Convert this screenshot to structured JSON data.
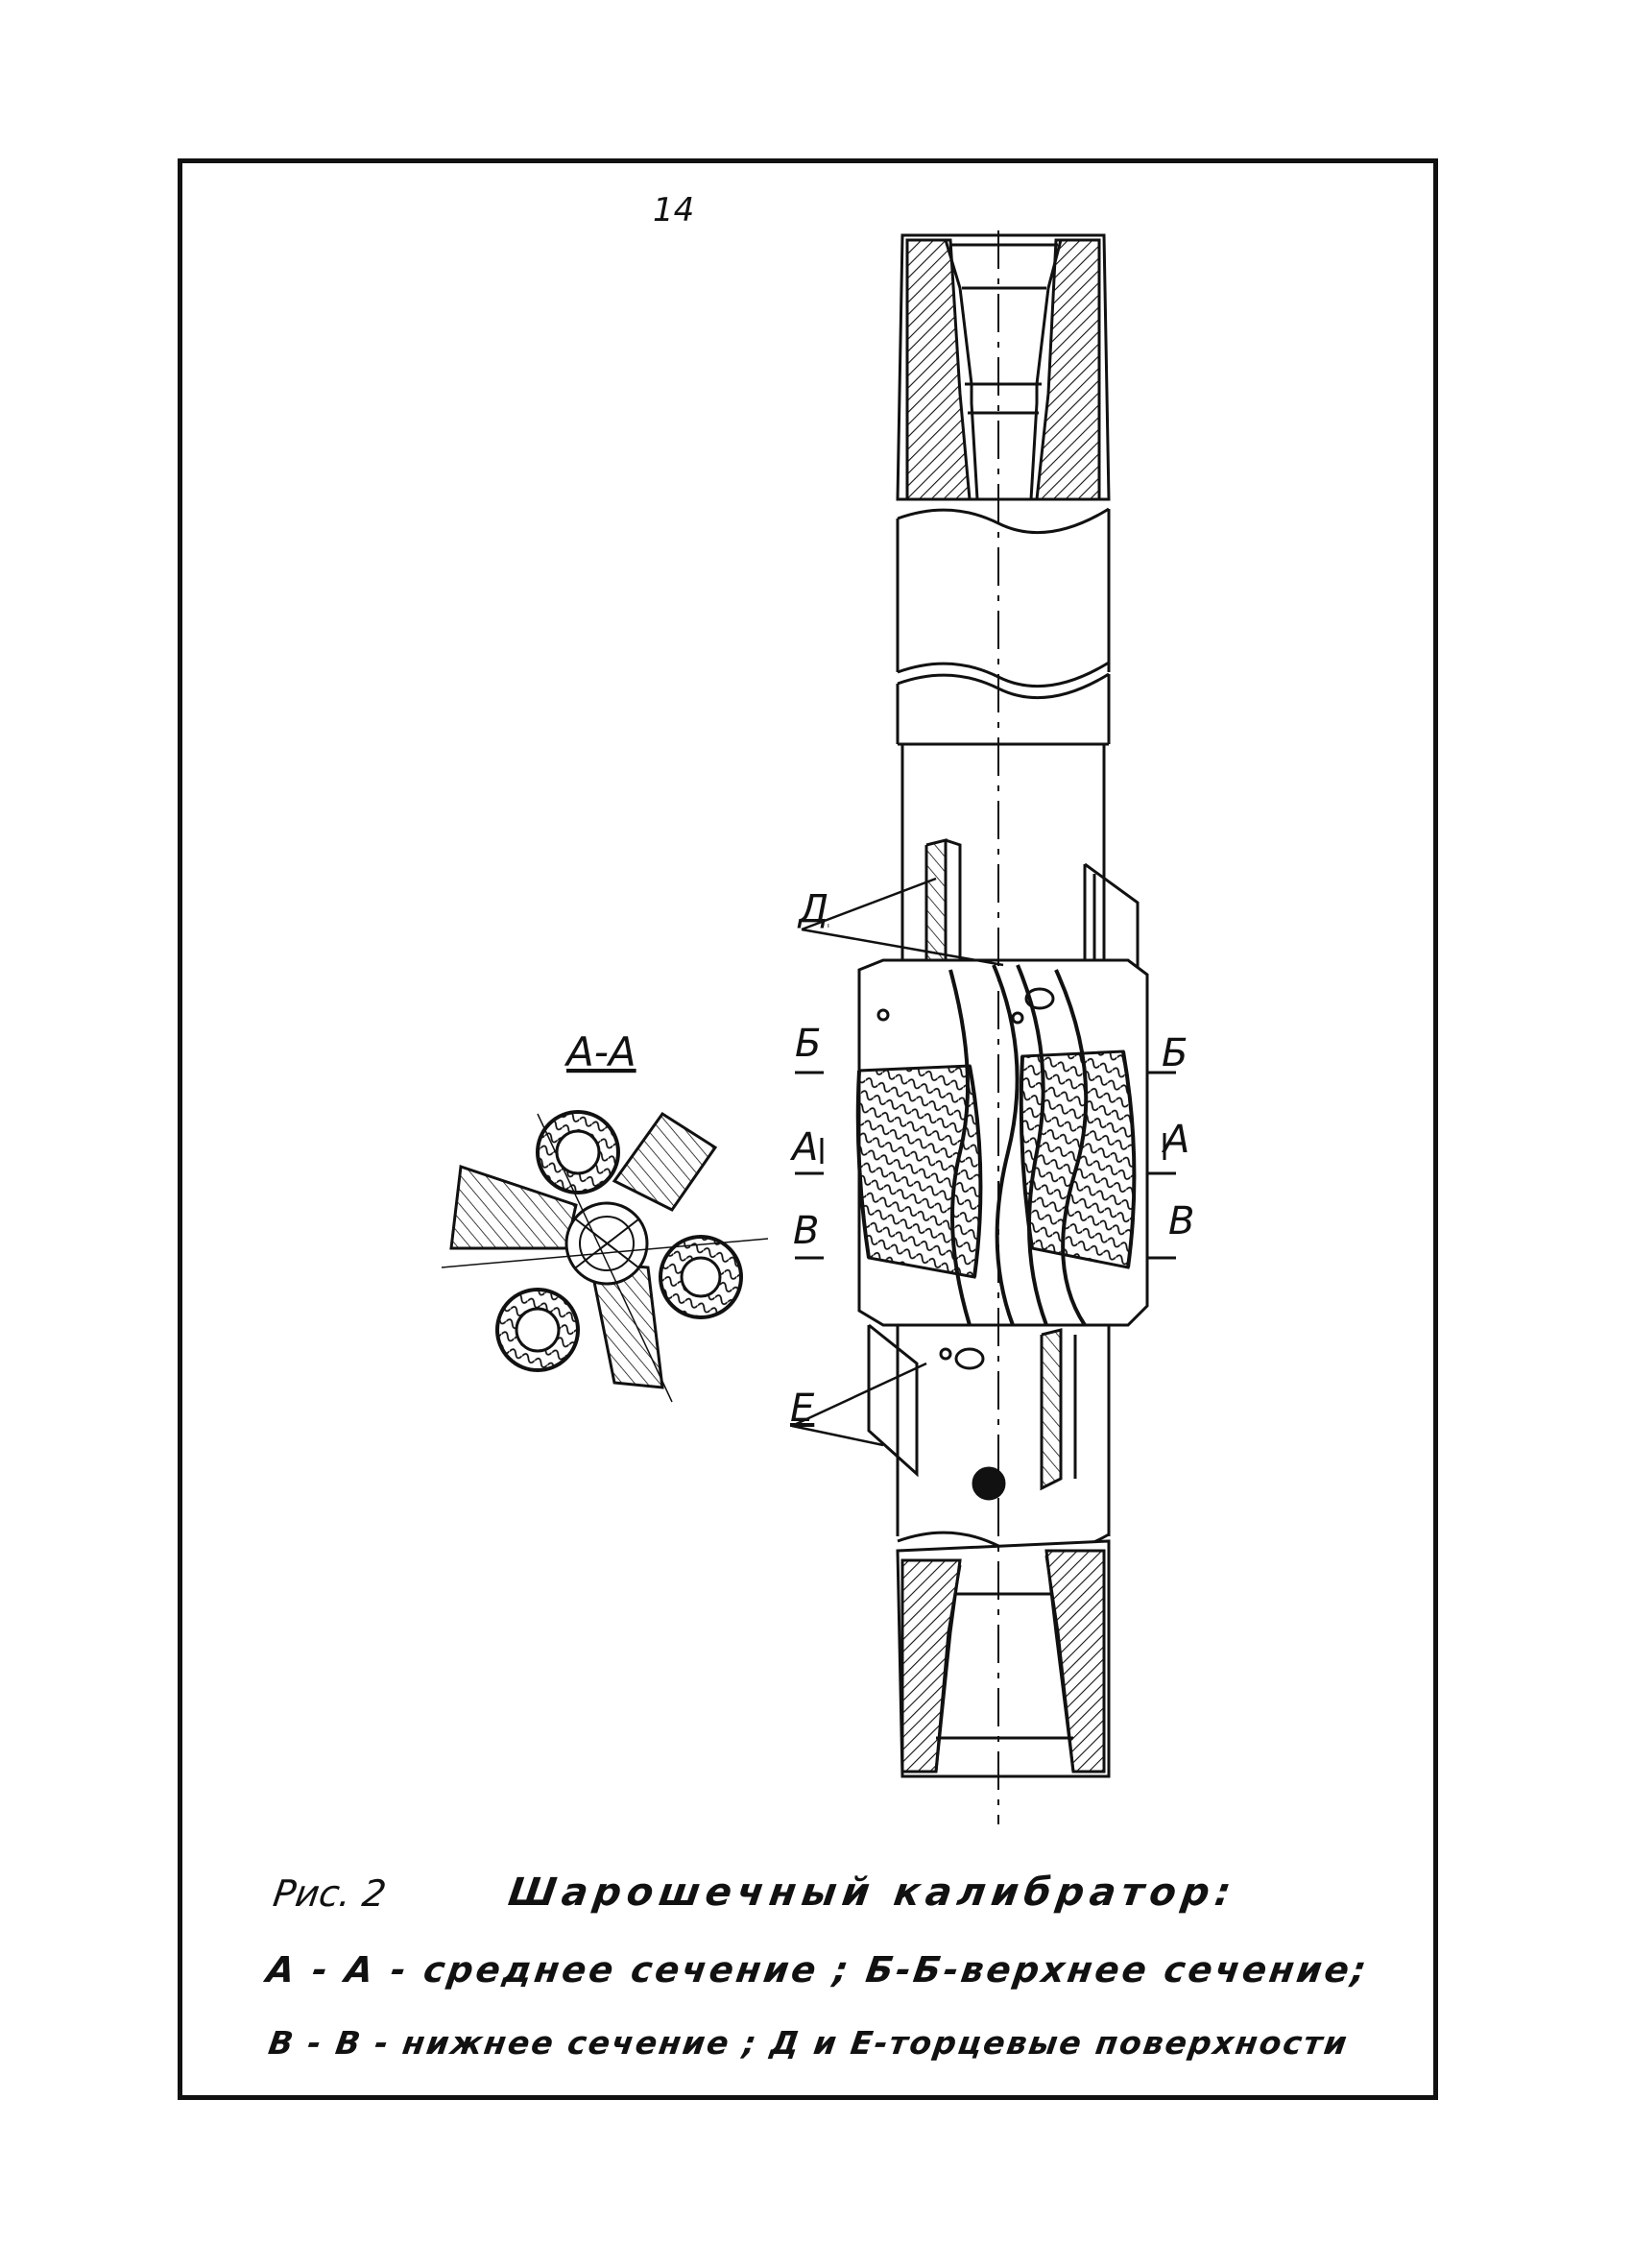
{
  "page_number": "14",
  "section_title": "А-А",
  "labels": {
    "D": "Д",
    "E": "Е",
    "B_left": "Б",
    "B_right": "Б",
    "A_left": "А",
    "A_right": "А",
    "V_left": "В",
    "V_right": "В"
  },
  "caption": {
    "fig": "Рис. 2",
    "title": "Шарошечный калибратор:",
    "line2": "А - А - среднее сечение ; Б-Б-верхнее сечение;",
    "line3": "В - В - нижнее сечение ; Д и Е-торцевые поверхности"
  }
}
